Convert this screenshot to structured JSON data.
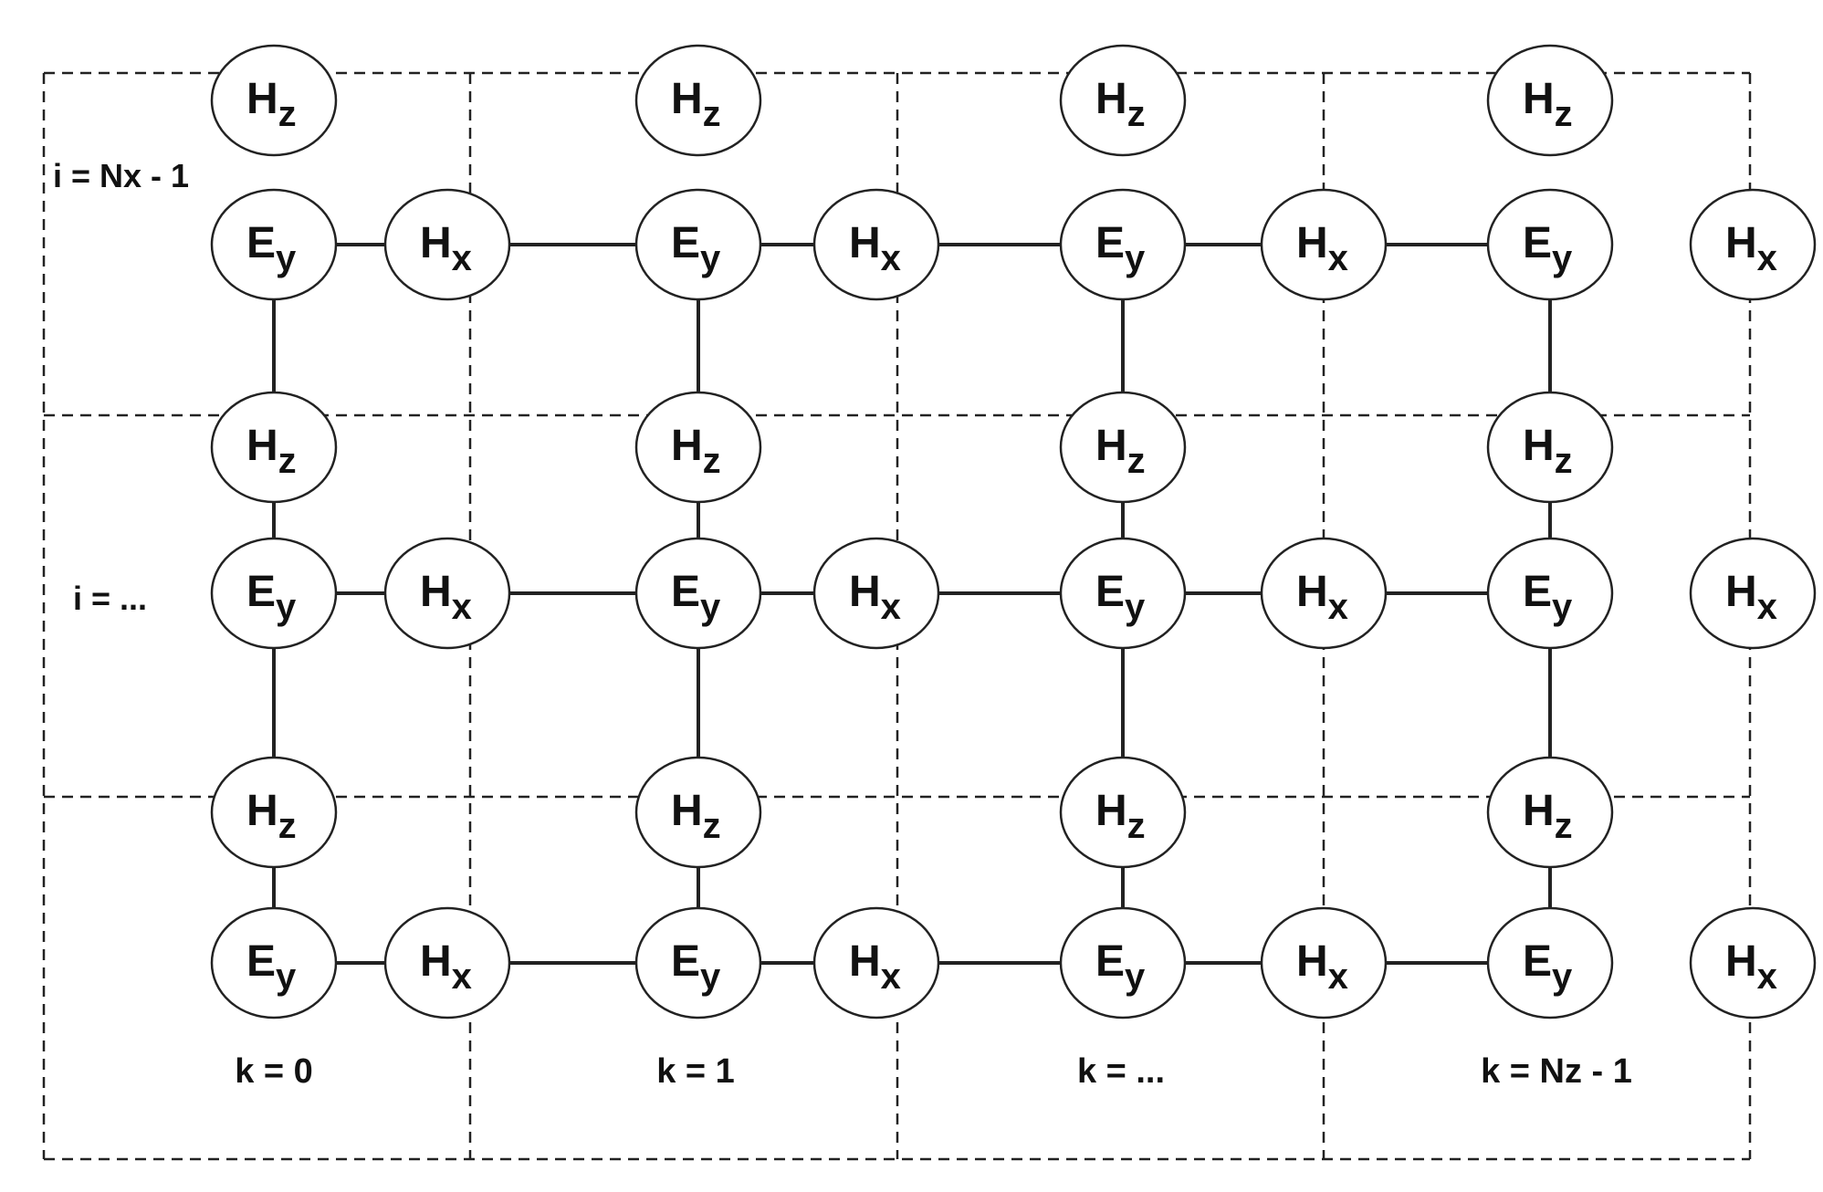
{
  "row_labels": [
    "i = Nx - 1",
    "i = ..."
  ],
  "column_labels": [
    "k = 0",
    "k = 1",
    "k = ...",
    "k = Nz - 1"
  ],
  "rows": [
    {
      "h_top": [
        {
          "main": "H",
          "sub": "z"
        },
        {
          "main": "H",
          "sub": "z"
        },
        {
          "main": "H",
          "sub": "z"
        },
        {
          "main": "H",
          "sub": "z"
        }
      ],
      "pairs": [
        [
          {
            "main": "E",
            "sub": "y"
          },
          {
            "main": "H",
            "sub": "x"
          }
        ],
        [
          {
            "main": "E",
            "sub": "y"
          },
          {
            "main": "H",
            "sub": "x"
          }
        ],
        [
          {
            "main": "E",
            "sub": "y"
          },
          {
            "main": "H",
            "sub": "x"
          }
        ],
        [
          {
            "main": "E",
            "sub": "y"
          },
          {
            "main": "H",
            "sub": "x"
          }
        ]
      ]
    },
    {
      "h_top": [
        {
          "main": "H",
          "sub": "z"
        },
        {
          "main": "H",
          "sub": "z"
        },
        {
          "main": "H",
          "sub": "z"
        },
        {
          "main": "H",
          "sub": "z"
        }
      ],
      "pairs": [
        [
          {
            "main": "E",
            "sub": "y"
          },
          {
            "main": "H",
            "sub": "x"
          }
        ],
        [
          {
            "main": "E",
            "sub": "y"
          },
          {
            "main": "H",
            "sub": "x"
          }
        ],
        [
          {
            "main": "E",
            "sub": "y"
          },
          {
            "main": "H",
            "sub": "x"
          }
        ],
        [
          {
            "main": "E",
            "sub": "y"
          },
          {
            "main": "H",
            "sub": "x"
          }
        ]
      ]
    },
    {
      "h_top": [
        {
          "main": "H",
          "sub": "z"
        },
        {
          "main": "H",
          "sub": "z"
        },
        {
          "main": "H",
          "sub": "z"
        },
        {
          "main": "H",
          "sub": "z"
        }
      ],
      "pairs": [
        [
          {
            "main": "E",
            "sub": "y"
          },
          {
            "main": "H",
            "sub": "x"
          }
        ],
        [
          {
            "main": "E",
            "sub": "y"
          },
          {
            "main": "H",
            "sub": "x"
          }
        ],
        [
          {
            "main": "E",
            "sub": "y"
          },
          {
            "main": "H",
            "sub": "x"
          }
        ],
        [
          {
            "main": "E",
            "sub": "y"
          },
          {
            "main": "H",
            "sub": "x"
          }
        ]
      ]
    }
  ],
  "colors": {
    "stroke": "#222222",
    "background": "#ffffff",
    "text": "#111111"
  }
}
